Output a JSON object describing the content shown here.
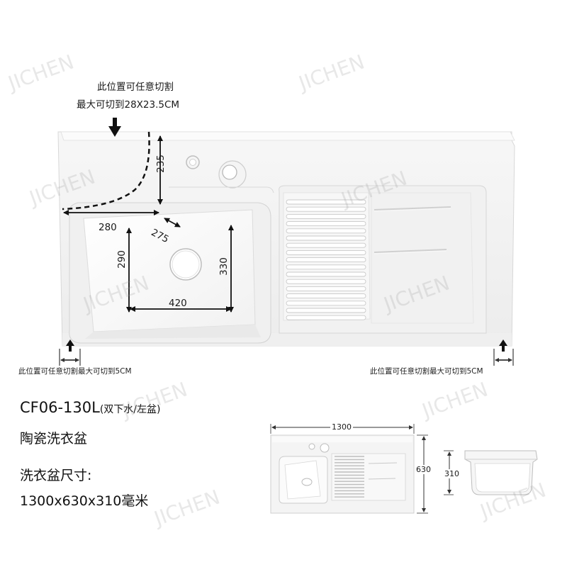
{
  "watermark": "JICHEN",
  "annotations": {
    "cut_corner_line1": "此位置可任意切割",
    "cut_corner_line2": "最大可切到28X23.5CM",
    "cut_left_edge": "此位置可任意切割最大可切到5CM",
    "cut_right_edge": "此位置可任意切割最大可切到5CM"
  },
  "dimensions": {
    "corner_height": "235",
    "corner_width": "280",
    "diagonal": "275",
    "basin_width": "420",
    "basin_depth_left": "290",
    "basin_depth_right": "330",
    "overall_width": "1300",
    "overall_depth": "630",
    "overall_height": "310"
  },
  "product": {
    "model": "CF06-130L",
    "model_note": "(双下水/左盆)",
    "name": "陶瓷洗衣盆",
    "size_label": "洗衣盆尺寸:",
    "size_value": "1300x630x310毫米"
  },
  "colors": {
    "ceramic": "#f3f3f3",
    "outline": "#cfcfcf",
    "ink": "#111111"
  }
}
